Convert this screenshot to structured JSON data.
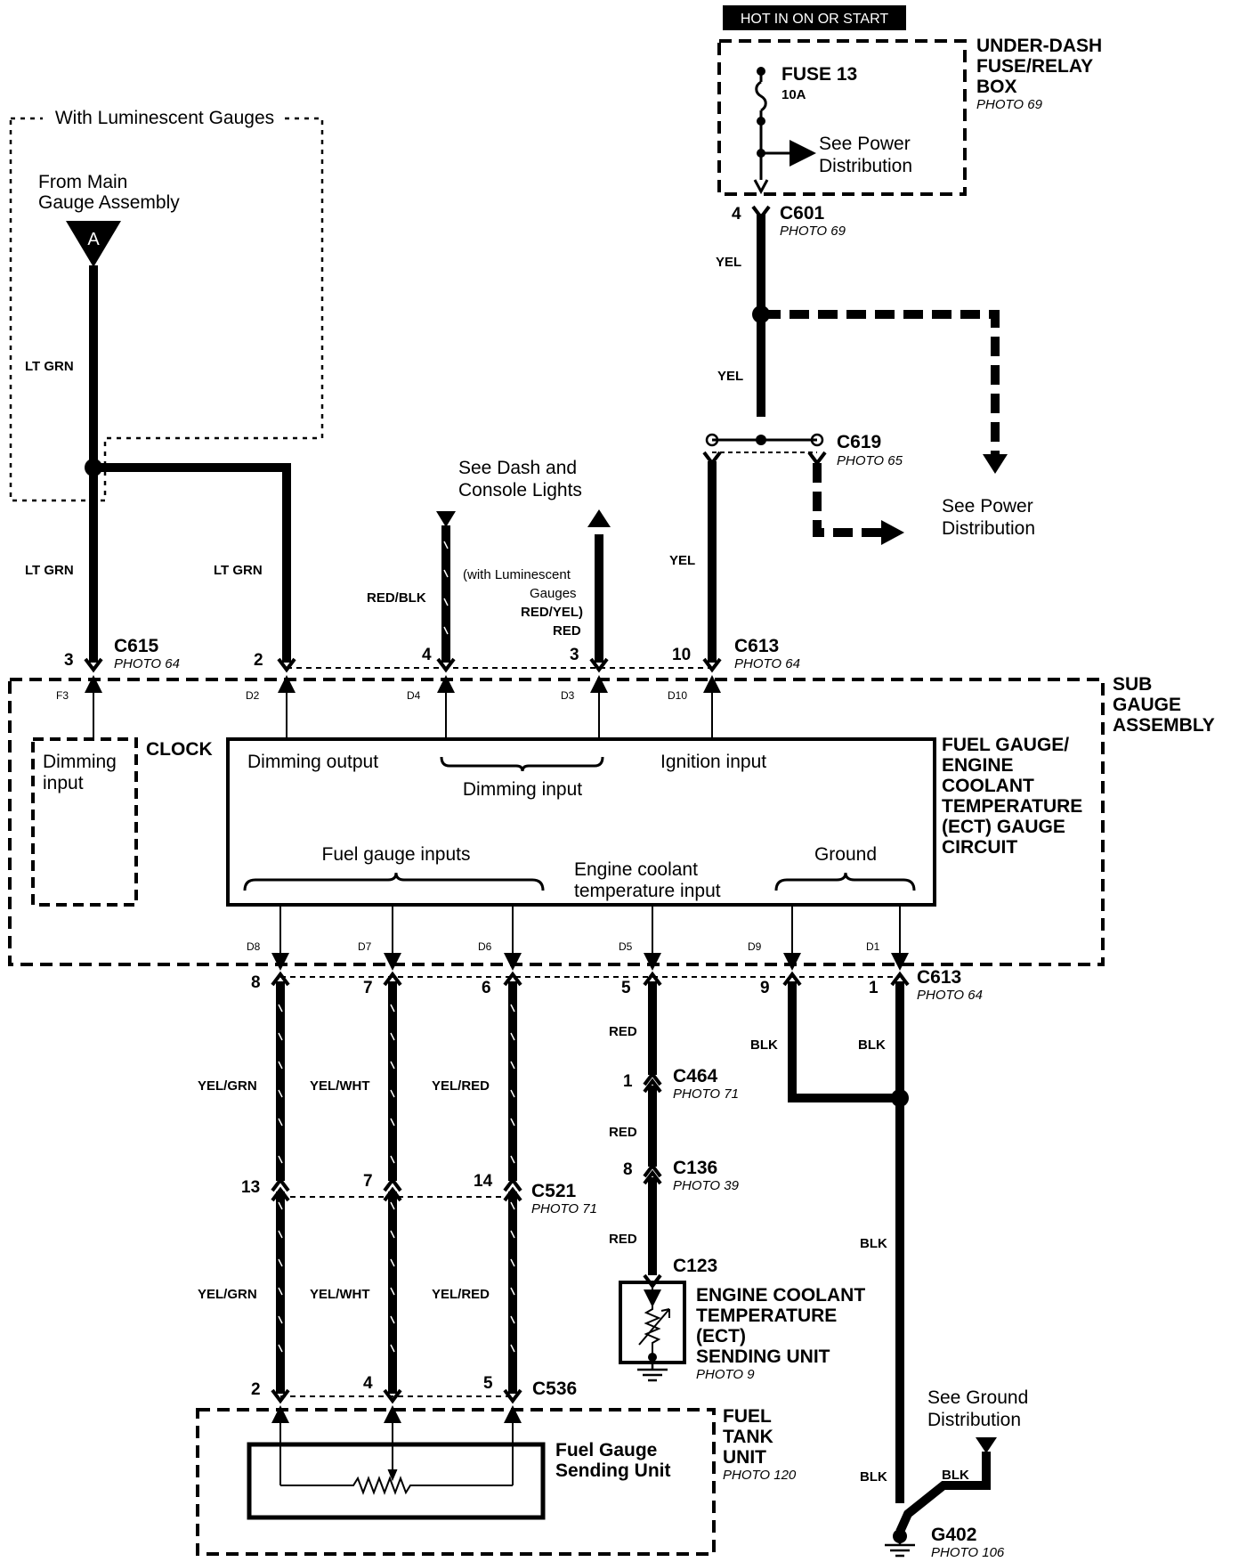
{
  "hot_label": "HOT IN ON OR START",
  "fuse_box": {
    "title": [
      "UNDER-DASH",
      "FUSE/RELAY",
      "BOX"
    ],
    "photo": "PHOTO 69",
    "fuse_name": "FUSE 13",
    "fuse_rating": "10A",
    "see_power": [
      "See Power",
      "Distribution"
    ]
  },
  "luminescent": {
    "title": "With Luminescent Gauges",
    "from_main": [
      "From Main",
      "Gauge Assembly"
    ],
    "connector_letter": "A"
  },
  "wire_colors": {
    "lt_grn": "LT GRN",
    "yel": "YEL",
    "red_blk": "RED/BLK",
    "red_yel": "RED/YEL)",
    "red": "RED",
    "with_lum": [
      "(with Luminescent",
      "Gauges"
    ],
    "yel_grn": "YEL/GRN",
    "yel_wht": "YEL/WHT",
    "yel_red": "YEL/RED",
    "blk": "BLK"
  },
  "connectors": {
    "c601": "C601",
    "c601_photo": "PHOTO 69",
    "c601_pin": "4",
    "c619": "C619",
    "c619_photo": "PHOTO 65",
    "c615": "C615",
    "c615_photo": "PHOTO 64",
    "c615_pin": "3",
    "c613": "C613",
    "c613_photo": "PHOTO 64",
    "top_pins": [
      "2",
      "4",
      "3",
      "10"
    ],
    "c464": "C464",
    "c464_photo": "PHOTO 71",
    "c464_pin": "1",
    "c136": "C136",
    "c136_photo": "PHOTO 39",
    "c136_pin": "8",
    "c123": "C123",
    "c521": "C521",
    "c521_photo": "PHOTO 71",
    "c521_pins": [
      "13",
      "7",
      "14"
    ],
    "c536": "C536",
    "c536_pins": [
      "2",
      "4",
      "5"
    ],
    "bottom_pins": [
      "8",
      "7",
      "6",
      "5",
      "9",
      "1"
    ]
  },
  "terminals": {
    "top": [
      "F3",
      "D2",
      "D4",
      "D3",
      "D10"
    ],
    "bottom": [
      "D8",
      "D7",
      "D6",
      "D5",
      "D9",
      "D1"
    ]
  },
  "see_dash": [
    "See Dash and",
    "Console Lights"
  ],
  "see_power2": [
    "See Power",
    "Distribution"
  ],
  "sub_gauge": [
    "SUB",
    "GAUGE",
    "ASSEMBLY"
  ],
  "clock": {
    "title": "CLOCK",
    "dimming": [
      "Dimming",
      "input"
    ]
  },
  "circuit": {
    "title": [
      "FUEL GAUGE/",
      "ENGINE",
      "COOLANT",
      "TEMPERATURE",
      "(ECT) GAUGE",
      "CIRCUIT"
    ],
    "dimming_output": "Dimming output",
    "dimming_input": "Dimming input",
    "ignition_input": "Ignition input",
    "fuel_inputs": "Fuel gauge inputs",
    "ect_input": [
      "Engine coolant",
      "temperature input"
    ],
    "ground": "Ground"
  },
  "ect_unit": {
    "title": [
      "ENGINE COOLANT",
      "TEMPERATURE",
      "(ECT)",
      "SENDING UNIT"
    ],
    "photo": "PHOTO 9"
  },
  "fuel_tank": {
    "title": [
      "FUEL",
      "TANK",
      "UNIT"
    ],
    "photo": "PHOTO 120",
    "sender": [
      "Fuel Gauge",
      "Sending Unit"
    ]
  },
  "ground": {
    "see": [
      "See Ground",
      "Distribution"
    ],
    "g402": "G402",
    "photo": "PHOTO 106"
  }
}
